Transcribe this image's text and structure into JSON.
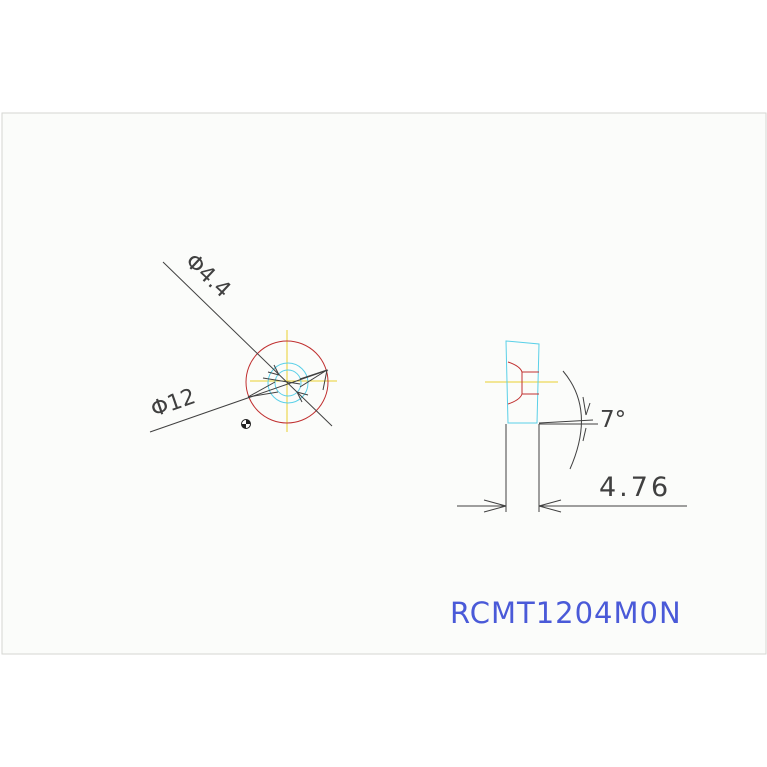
{
  "drawing": {
    "dimensions": {
      "hole_diameter": "Φ4.4",
      "insert_diameter": "Φ12",
      "clearance_angle": "7°",
      "thickness": "4.76"
    },
    "part_code": "RCMT1204M0N",
    "colors": {
      "sheet_background": "#fbfcfa",
      "sheet_border": "#d4d6d2",
      "dimension_lines": "#404040",
      "outer_circle": "#c03030",
      "hole_circle": "#5ad0e8",
      "center_marks": "#e8d030",
      "part_code": "#4a5ad8"
    }
  }
}
